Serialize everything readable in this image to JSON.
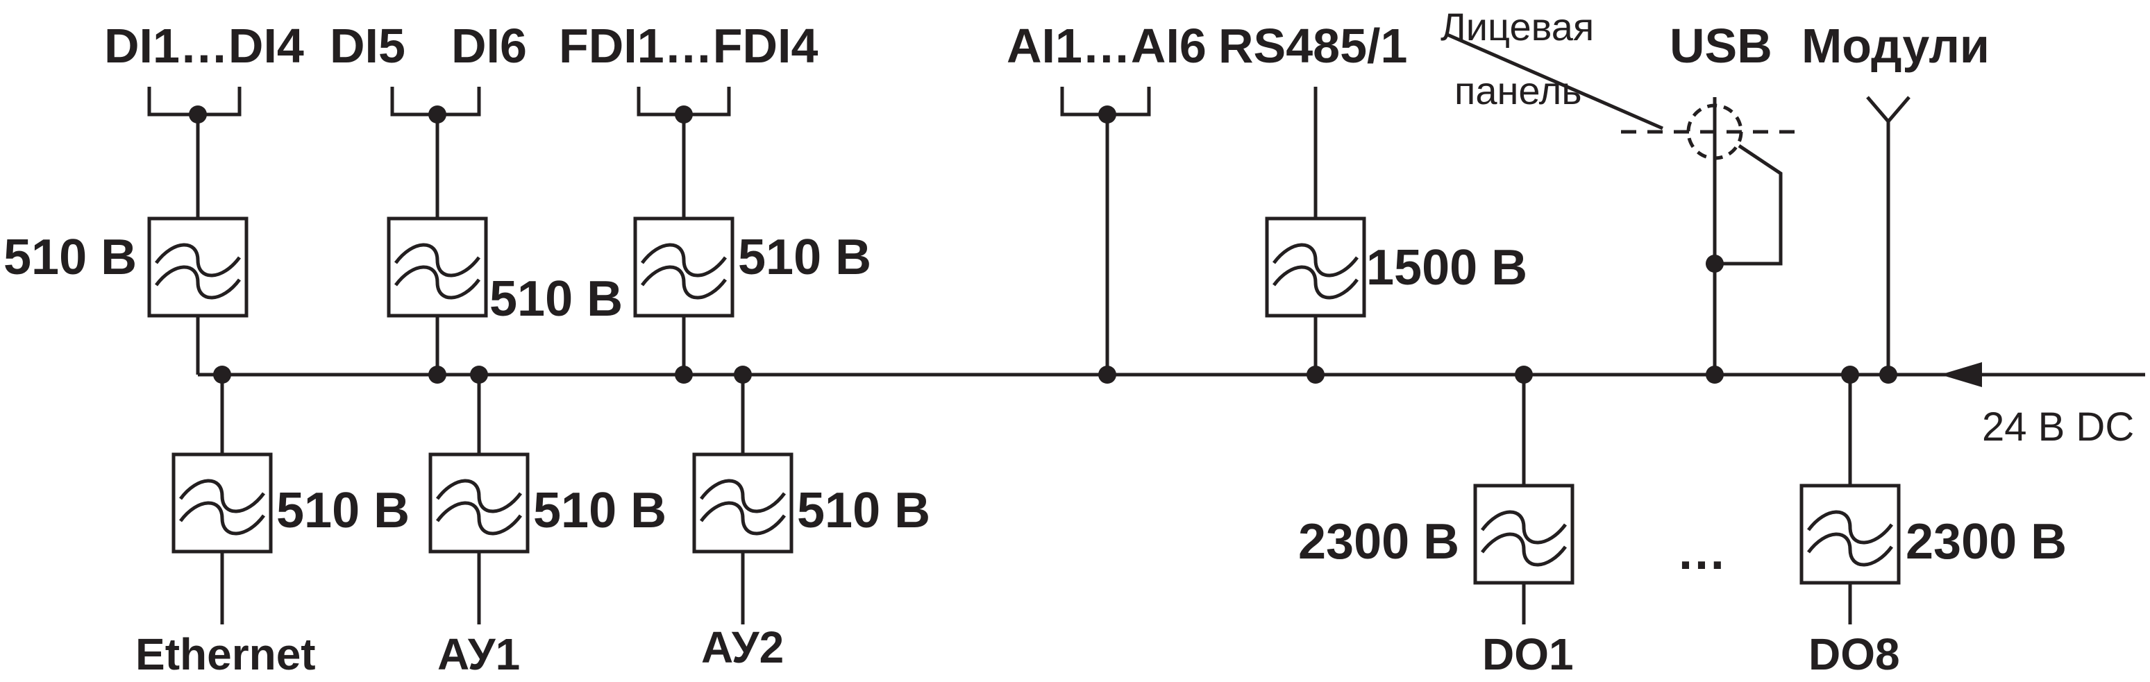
{
  "interfaces_top": {
    "di1_di4": "DI1…DI4",
    "di5": "DI5",
    "di6": "DI6",
    "fdi1_fdi4": "FDI1…FDI4",
    "ai1_ai6": "AI1…AI6",
    "rs485": "RS485/1",
    "usb": "USB",
    "modules": "Модули"
  },
  "front_panel": {
    "line1": "Лицевая",
    "line2": "панель"
  },
  "interfaces_bottom": {
    "ethernet": "Ethernet",
    "ay1": "АУ1",
    "ay2": "АУ2",
    "do1": "DO1",
    "do8": "DO8",
    "ellipsis": "…"
  },
  "isolation": {
    "di1_di4": "510 В",
    "di5_di6": "510 В",
    "fdi": "510 В",
    "rs485": "1500 В",
    "ethernet": "510 В",
    "ay1": "510 В",
    "ay2": "510 В",
    "do1": "2300 В",
    "do8": "2300 В"
  },
  "power": {
    "label": "24 В DC"
  }
}
